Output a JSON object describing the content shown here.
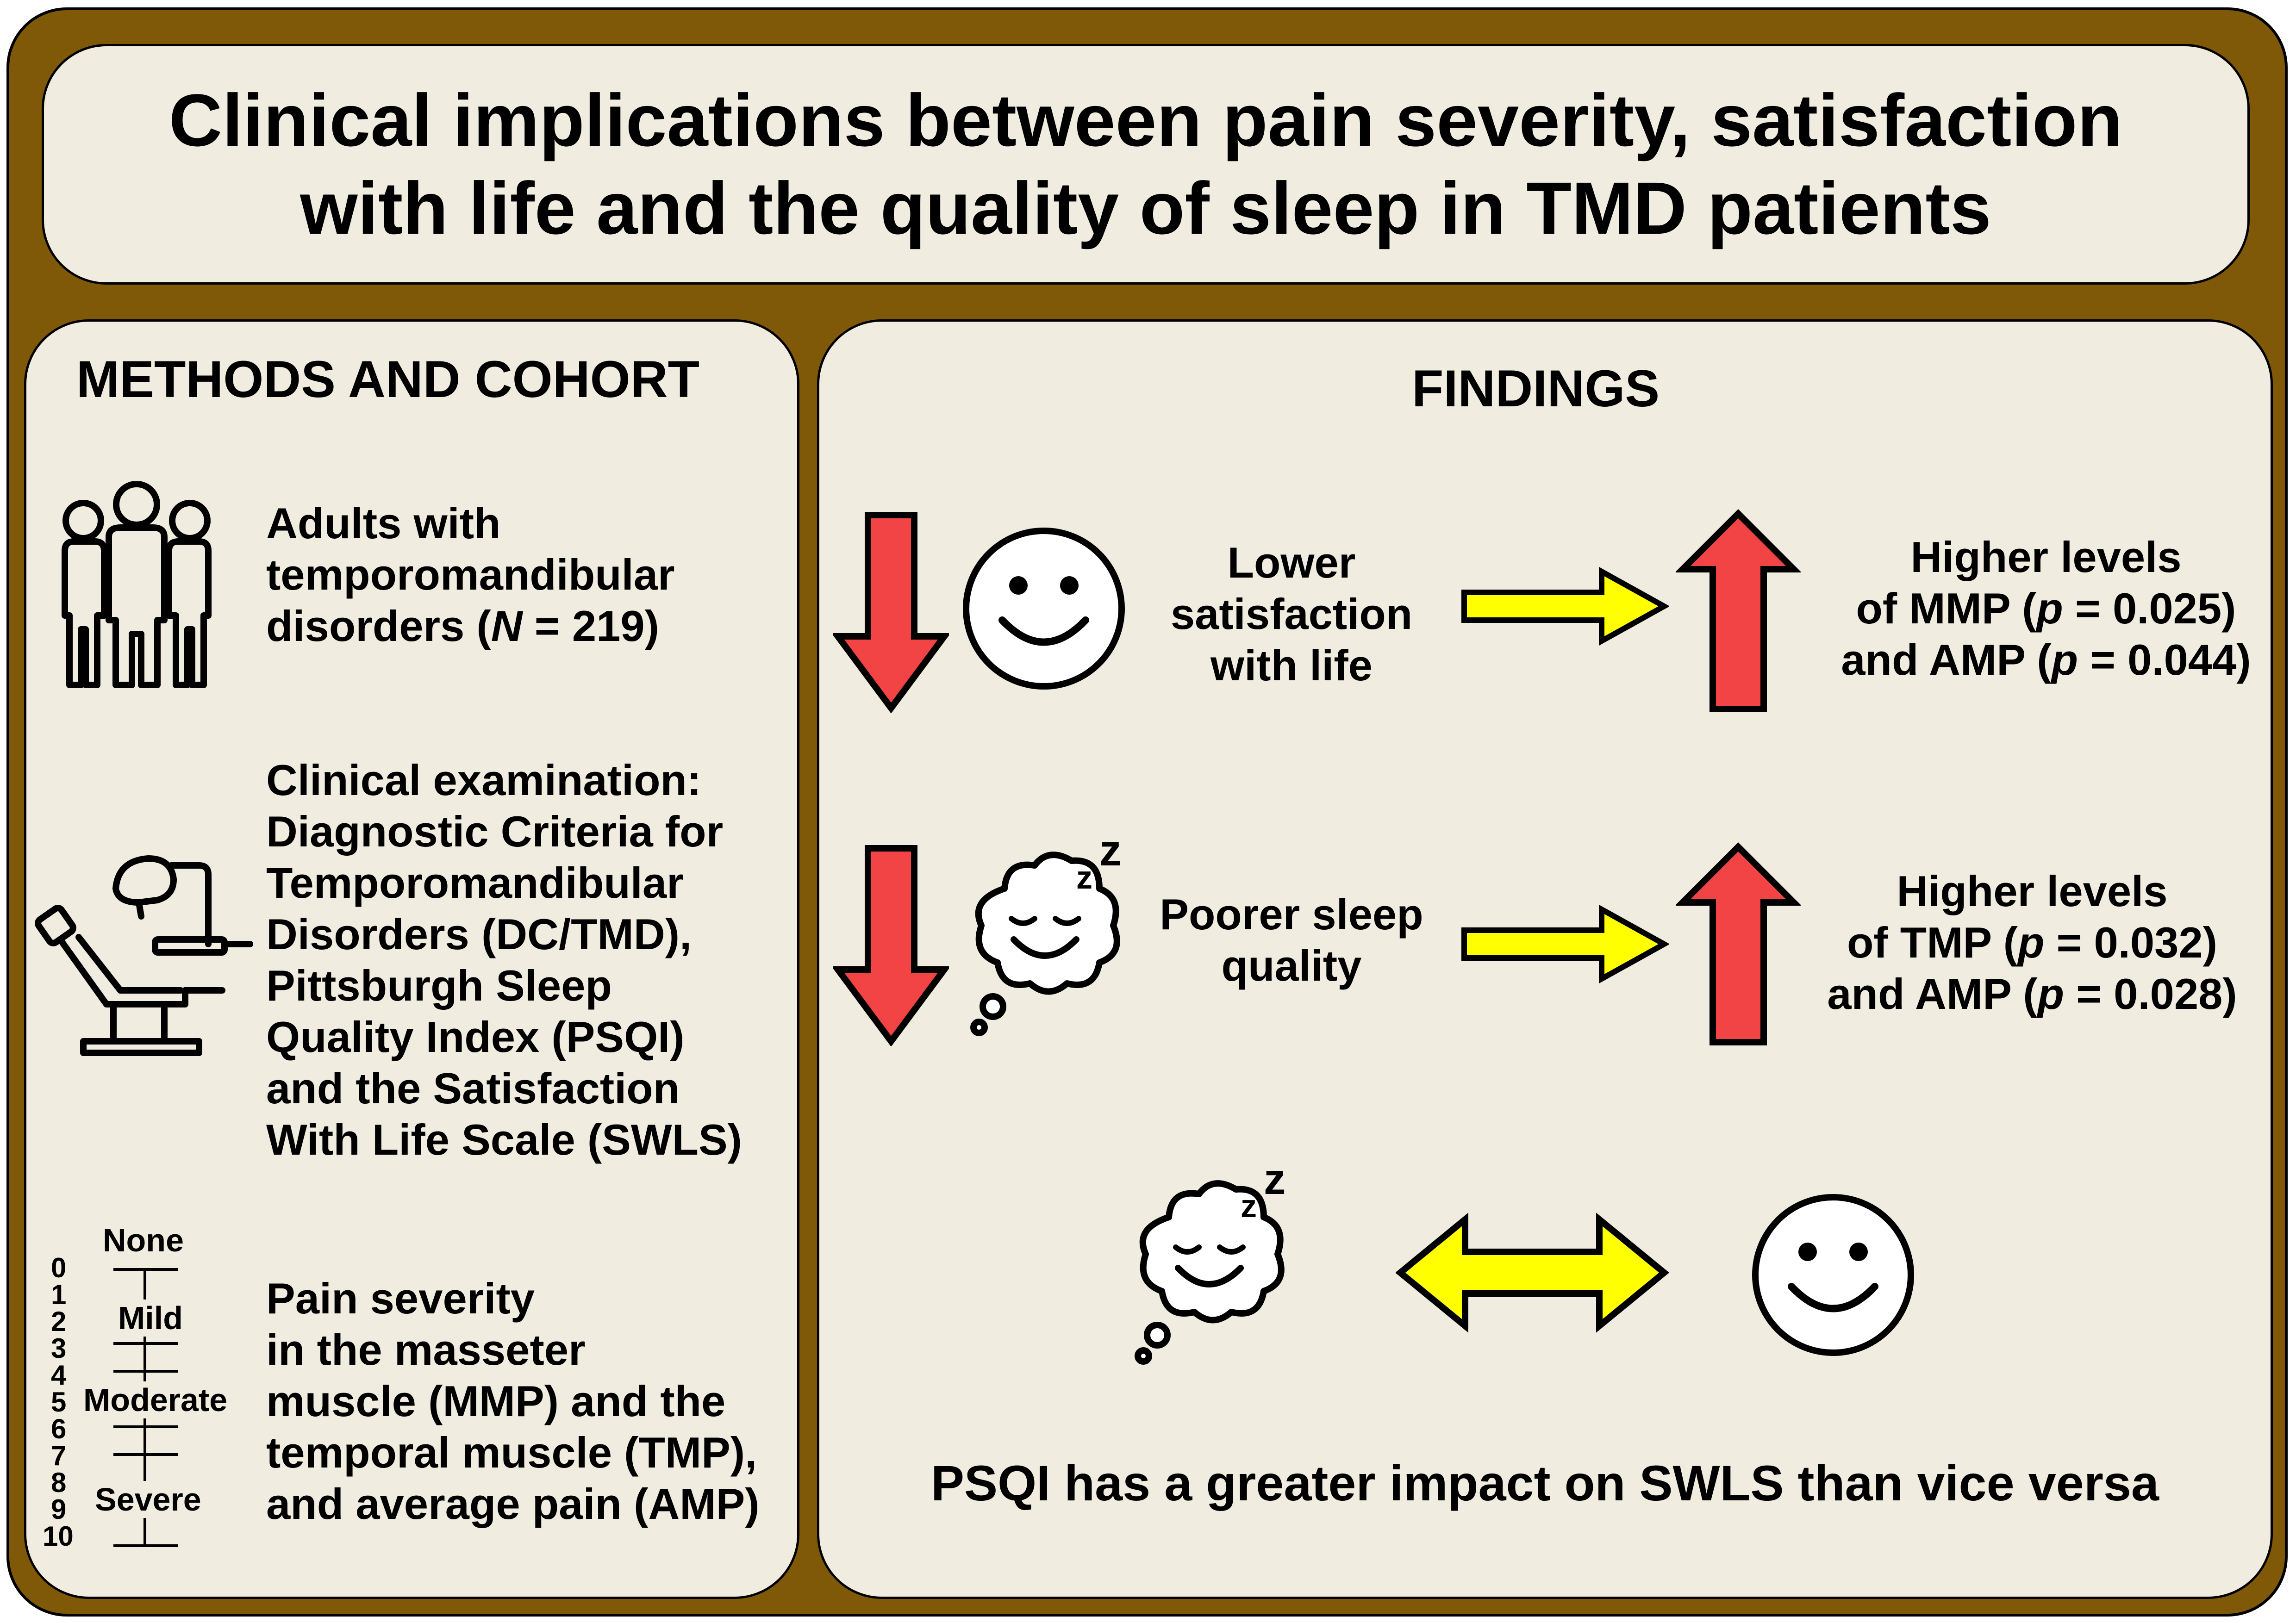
{
  "title": {
    "line1": "Clinical implications between pain severity, satisfaction",
    "line2": "with life and the quality of sleep in TMD patients"
  },
  "methods": {
    "heading": "METHODS AND COHORT",
    "cohort": {
      "line1": "Adults with",
      "line2": "temporomandibular",
      "line3_pre": "disorders (",
      "line3_n": "N",
      "line3_post": " = 219)"
    },
    "exam": [
      "Clinical examination:",
      "Diagnostic Criteria for",
      "Temporomandibular",
      "Disorders (DC/TMD),",
      "Pittsburgh Sleep",
      "Quality Index (PSQI)",
      "and the Satisfaction",
      "With Life Scale (SWLS)"
    ],
    "pain": [
      "Pain severity",
      "in the masseter",
      "muscle (MMP) and the",
      "temporal muscle (TMP),",
      "and average pain (AMP)"
    ],
    "scale": {
      "numbers": [
        "0",
        "1",
        "2",
        "3",
        "4",
        "5",
        "6",
        "7",
        "8",
        "9",
        "10"
      ],
      "labels": [
        "None",
        "Mild",
        "Moderate",
        "Severe"
      ]
    }
  },
  "findings": {
    "heading": "FINDINGS",
    "row1": {
      "cause": [
        "Lower",
        "satisfaction",
        "with life"
      ],
      "effect_line1": "Higher levels",
      "effect_line2_pre": "of MMP (",
      "effect_line2_p": "p",
      "effect_line2_post": " = 0.025)",
      "effect_line3_pre": "and AMP (",
      "effect_line3_p": "p",
      "effect_line3_post": " = 0.044)"
    },
    "row2": {
      "cause": [
        "Poorer sleep",
        "quality"
      ],
      "effect_line1": "Higher levels",
      "effect_line2_pre": "of TMP (",
      "effect_line2_p": "p",
      "effect_line2_post": " = 0.032)",
      "effect_line3_pre": "and AMP (",
      "effect_line3_p": "p",
      "effect_line3_post": " = 0.028)"
    },
    "conclusion": "PSQI has a greater impact on SWLS than vice versa"
  },
  "colors": {
    "frame": "#7f5808",
    "panel": "#f1ece0",
    "red_arrow": "#f24444",
    "yellow_arrow": "#ffff00"
  },
  "icons": [
    "people-icon",
    "dental-chair-icon",
    "pain-scale-icon",
    "smiley-face-icon",
    "sleeping-cloud-icon",
    "arrow-down-icon",
    "arrow-up-icon",
    "arrow-right-icon",
    "double-arrow-icon"
  ]
}
